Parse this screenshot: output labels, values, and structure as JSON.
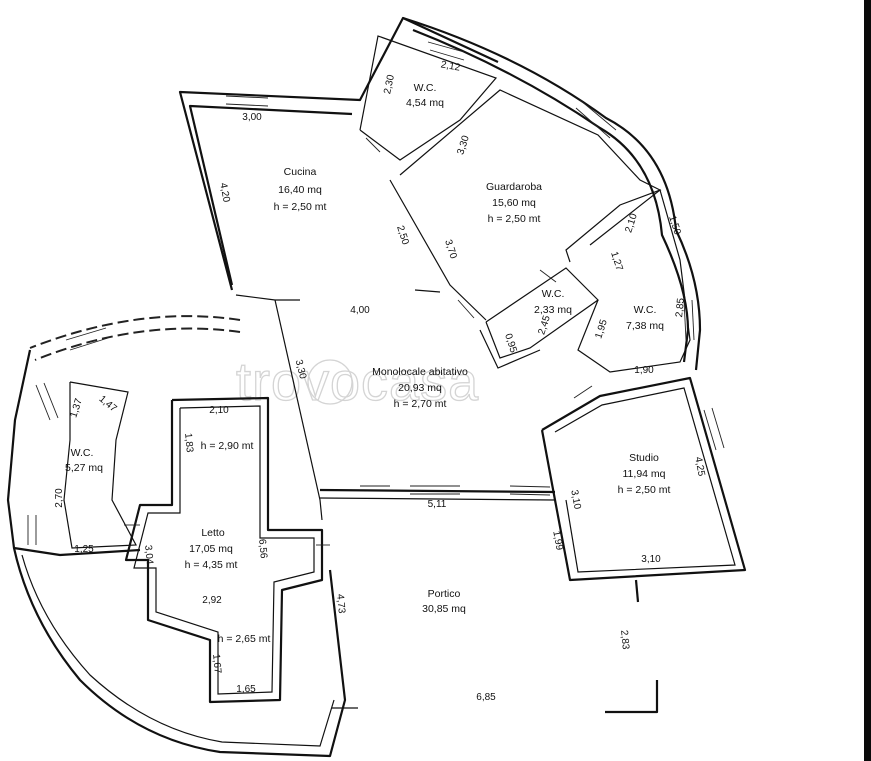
{
  "watermark": "trovocasa",
  "rooms": [
    {
      "key": "cucina",
      "name": "Cucina",
      "area": "16,40 mq",
      "height": "h = 2,50 mt"
    },
    {
      "key": "wc_top",
      "name": "W.C.",
      "area": "4,54 mq"
    },
    {
      "key": "guardaroba",
      "name": "Guardaroba",
      "area": "15,60 mq",
      "height": "h = 2,50 mt"
    },
    {
      "key": "wc_small",
      "name": "W.C.",
      "area": "2,33 mq"
    },
    {
      "key": "wc_right",
      "name": "W.C.",
      "area": "7,38 mq"
    },
    {
      "key": "monolocale",
      "name": "Monolocale abitativo",
      "area": "20,93 mq",
      "height": "h = 2,70 mt"
    },
    {
      "key": "wc_left",
      "name": "W.C.",
      "area": "5,27 mq"
    },
    {
      "key": "studio",
      "name": "Studio",
      "area": "11,94 mq",
      "height": "h = 2,50 mt"
    },
    {
      "key": "letto",
      "name": "Letto",
      "area": "17,05 mq",
      "height": "h = 4,35 mt"
    },
    {
      "key": "portico",
      "name": "Portico",
      "area": "30,85 mq"
    }
  ],
  "extra_heights": {
    "letto_upper": "h = 2,90 mt",
    "letto_lower": "h = 2,65 mt"
  },
  "dimensions": [
    "3,00",
    "4,20",
    "2,50",
    "2,30",
    "2,12",
    "3,30",
    "3,70",
    "2,10",
    "1,50",
    "1,27",
    "2,85",
    "0,95",
    "2,45",
    "1,95",
    "1,90",
    "4,00",
    "3,30",
    "1,37",
    "1,47",
    "2,10",
    "1,83",
    "2,70",
    "1,25",
    "3,04",
    "6,56",
    "2,92",
    "1,67",
    "1,65",
    "4,73",
    "5,11",
    "1,99",
    "3,10",
    "4,25",
    "3,10",
    "2,83",
    "6,85"
  ]
}
